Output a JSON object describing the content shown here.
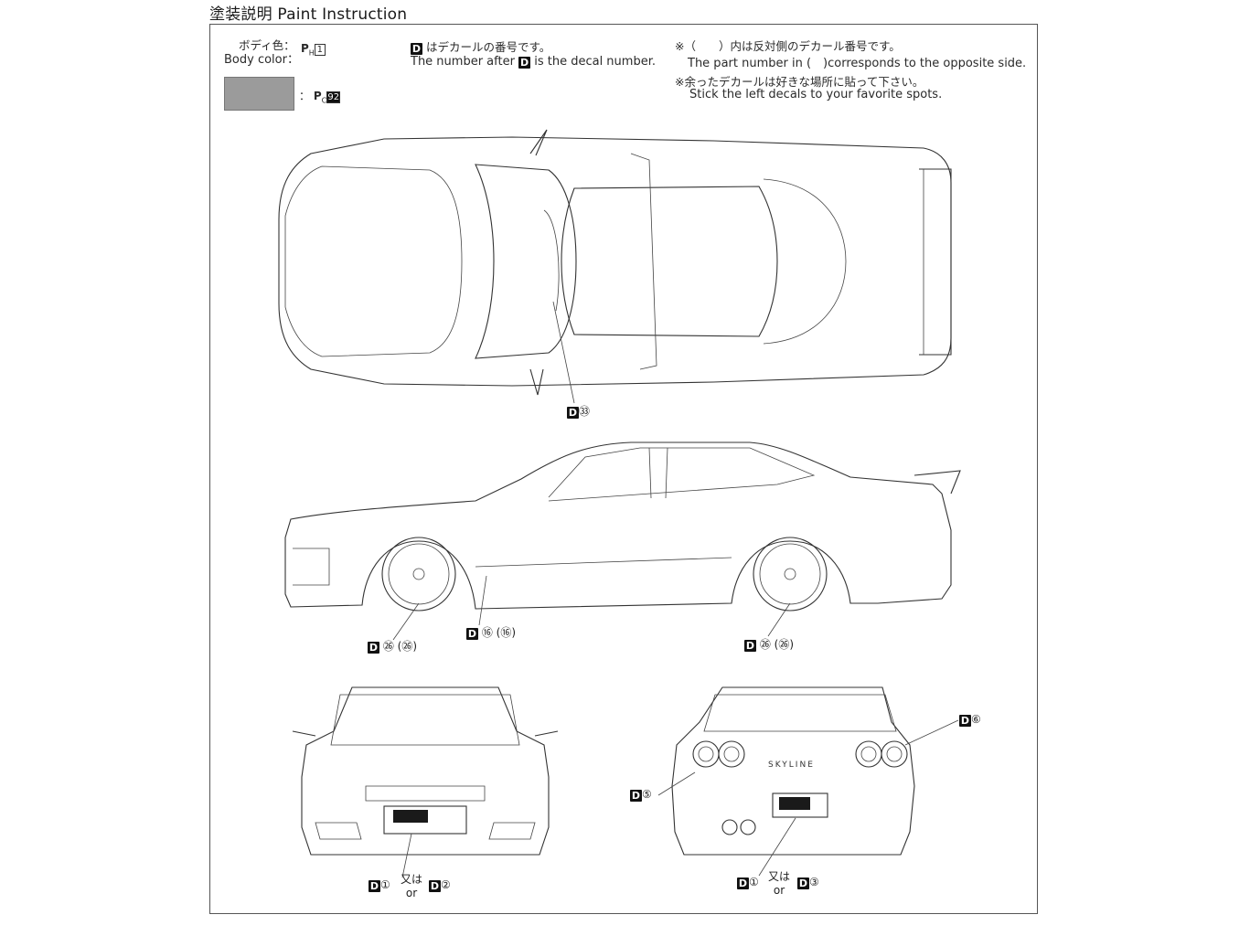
{
  "header": {
    "title": "塗装説明 Paint Instruction"
  },
  "legend": {
    "body_color_jp": "ボディ色：",
    "body_color_en": "Body color：",
    "body_paint_prefix": "P",
    "body_paint_sub": "H",
    "body_paint_num": "1",
    "swatch_sep": "：",
    "swatch_paint_prefix": "P",
    "swatch_paint_sub": "C",
    "swatch_paint_num": "92",
    "swatch_color": "#9b9b9b",
    "decal_letter": "D",
    "decal_note_jp": "はデカールの番号です。",
    "decal_note_en_pre": "The number after",
    "decal_note_en_post": "is the decal number.",
    "note1_jp": "※（　　）内は反対側のデカール番号です。",
    "note1_en": "The part number in (　)corresponds to the opposite side.",
    "note2_jp": "※余ったデカールは好きな場所に貼って下さい。",
    "note2_en": "Stick the left decals to your favorite spots."
  },
  "callouts": {
    "top_view": "㉝",
    "side_front_wheel": "㉖ (㉖)",
    "side_rocker": "⑯ (⑯)",
    "side_rear_wheel": "㉖ (㉖)",
    "front_plate_a": "①",
    "front_plate_b": "②",
    "front_mata": "又は",
    "front_or": "or",
    "rear_plate_a": "①",
    "rear_plate_b": "③",
    "rear_mata": "又は",
    "rear_or": "or",
    "rear_light_left": "⑤",
    "rear_light_right": "⑥"
  },
  "car_labels": {
    "rear_badge": "SKYLINE"
  }
}
